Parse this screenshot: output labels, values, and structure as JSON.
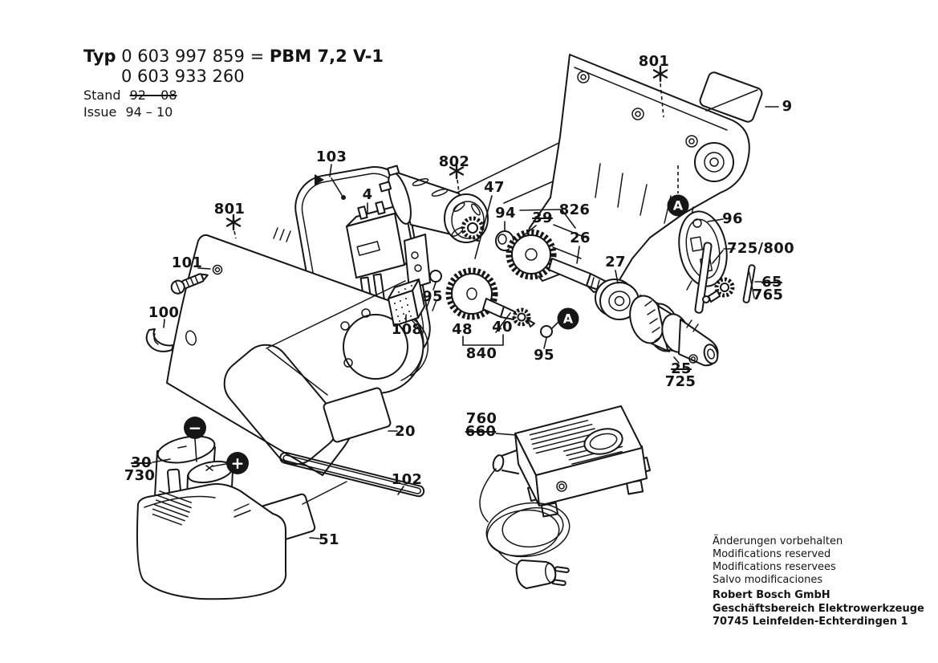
{
  "header": {
    "typ_label": "Typ",
    "type_number_1": "0 603 997 859",
    "equals_sign": "=",
    "model": "PBM 7,2 V-1",
    "type_number_2": "0 603 933 260",
    "stand_label": "Stand",
    "stand_value": "92 – 08",
    "issue_label": "Issue",
    "issue_value": "94 – 10"
  },
  "footer": {
    "notes": [
      "Änderungen vorbehalten",
      "Modifications reserved",
      "Modifications reservees",
      "Salvo modificaciones"
    ],
    "company": [
      "Robert Bosch GmbH",
      "Geschäftsbereich Elektrowerkzeuge",
      "70745 Leinfelden-Echterdingen 1"
    ]
  },
  "badges": {
    "detail_marker": "A",
    "minus_symbol": "−",
    "plus_symbol": "+"
  },
  "labels": [
    {
      "text": "801"
    },
    {
      "text": "9"
    },
    {
      "text": "103"
    },
    {
      "text": "802"
    },
    {
      "text": "47"
    },
    {
      "text": "4"
    },
    {
      "text": "801"
    },
    {
      "text": "94"
    },
    {
      "text": "39",
      "struck": true
    },
    {
      "text": "826"
    },
    {
      "text": "96"
    },
    {
      "text": "26"
    },
    {
      "text": "725/800"
    },
    {
      "text": "101"
    },
    {
      "text": "27"
    },
    {
      "text": "65",
      "struck": true
    },
    {
      "text": "765"
    },
    {
      "text": "95"
    },
    {
      "text": "100"
    },
    {
      "text": "108"
    },
    {
      "text": "48"
    },
    {
      "text": "40"
    },
    {
      "text": "840"
    },
    {
      "text": "95"
    },
    {
      "text": "25",
      "struck": true
    },
    {
      "text": "725"
    },
    {
      "text": "760"
    },
    {
      "text": "660",
      "struck": true
    },
    {
      "text": "20"
    },
    {
      "text": "30",
      "struck": true
    },
    {
      "text": "730"
    },
    {
      "text": "102"
    },
    {
      "text": "51"
    }
  ]
}
